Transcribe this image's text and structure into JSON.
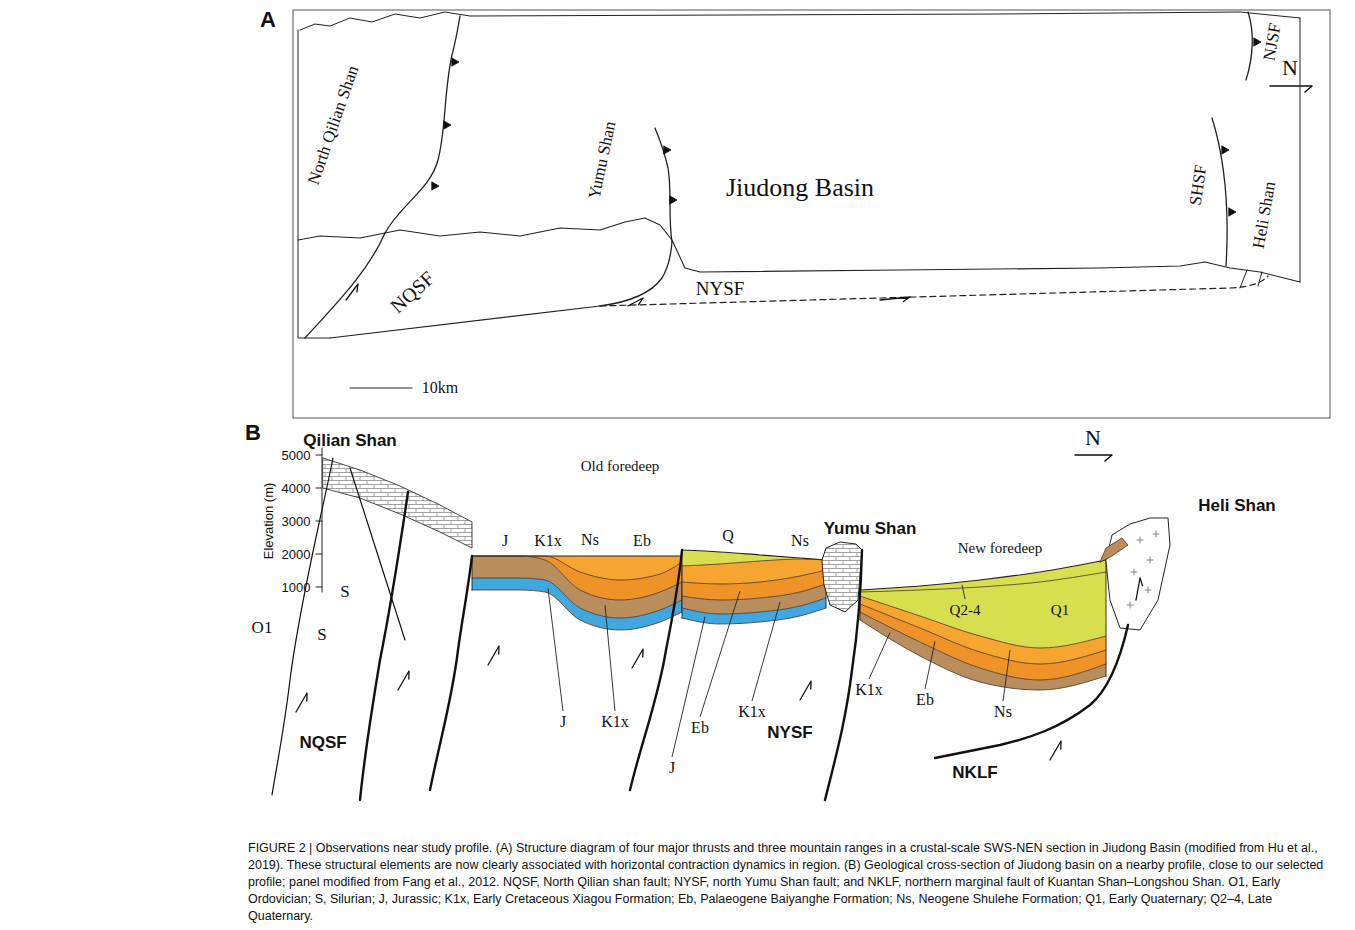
{
  "diagram": {
    "caption": "FIGURE 2 | Observations near study profile. (A) Structure diagram of four major thrusts and three mountain ranges in a crustal-scale SWS-NEN section in Jiudong Basin (modified from Hu et al., 2019). These structural elements are now clearly associated with horizontal contraction dynamics in region. (B) Geological cross-section of Jiudong basin on a nearby profile, close to our selected profile; panel modified from Fang et al., 2012. NQSF, North Qilian shan fault; NYSF, north Yumu Shan fault; and NKLF, northern marginal fault of Kuantan Shan–Longshou Shan. O1, Early Ordovician; S, Silurian; J, Jurassic; K1x, Early Cretaceous Xiagou Formation; Eb, Palaeogene Baiyanghe Formation; Ns, Neogene Shulehe Formation; Q1, Early Quaternary; Q2–4, Late Quaternary.",
    "labels": [
      "A",
      "N",
      "North Qilian Shan",
      "Yumu Shan",
      "Jiudong Basin",
      "NJSF",
      "SHSF",
      "Heli Shan",
      "NQSF",
      "NYSF",
      "10km",
      "B",
      "5000",
      "4000",
      "3000",
      "2000",
      "1000",
      "Elevation (m)",
      "Qilian Shan",
      "N",
      "O1",
      "S",
      "S",
      "Old foredeep",
      "J",
      "K1x",
      "Ns",
      "Eb",
      "Q",
      "Ns",
      "Yumu Shan",
      "Heli Shan",
      "New foredeep",
      "Q2-4",
      "Q1",
      "J",
      "K1x",
      "J",
      "Eb",
      "K1x",
      "K1x",
      "Eb",
      "Ns",
      "NQSF",
      "NYSF",
      "NKLF"
    ]
  }
}
